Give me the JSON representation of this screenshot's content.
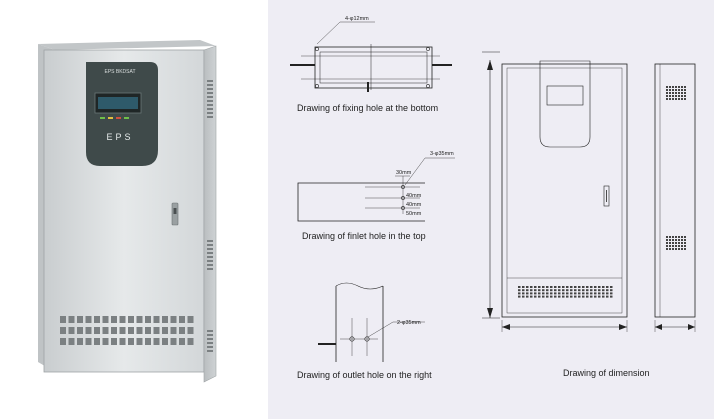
{
  "cabinet": {
    "display_label": "EPS BKDSAT",
    "brand": "EPS"
  },
  "drawings": {
    "fixing_hole": {
      "caption": "Drawing of fixing hole at the bottom",
      "hole_spec": "4-φ12mm"
    },
    "inlet_hole": {
      "caption": "Drawing of finlet hole in the top",
      "hole_spec": "3-φ35mm",
      "offset": "30mm",
      "spacings": [
        "40mm",
        "40mm",
        "50mm"
      ]
    },
    "outlet_hole": {
      "caption": "Drawing of outlet hole on the right",
      "hole_spec": "2-φ35mm"
    },
    "dimension": {
      "caption": "Drawing of dimension"
    }
  },
  "colors": {
    "cabinet_body": "#dcdfe0",
    "cabinet_panel": "#3f4a4a",
    "drawing_bg": "#eeedf4",
    "line": "#222222"
  }
}
